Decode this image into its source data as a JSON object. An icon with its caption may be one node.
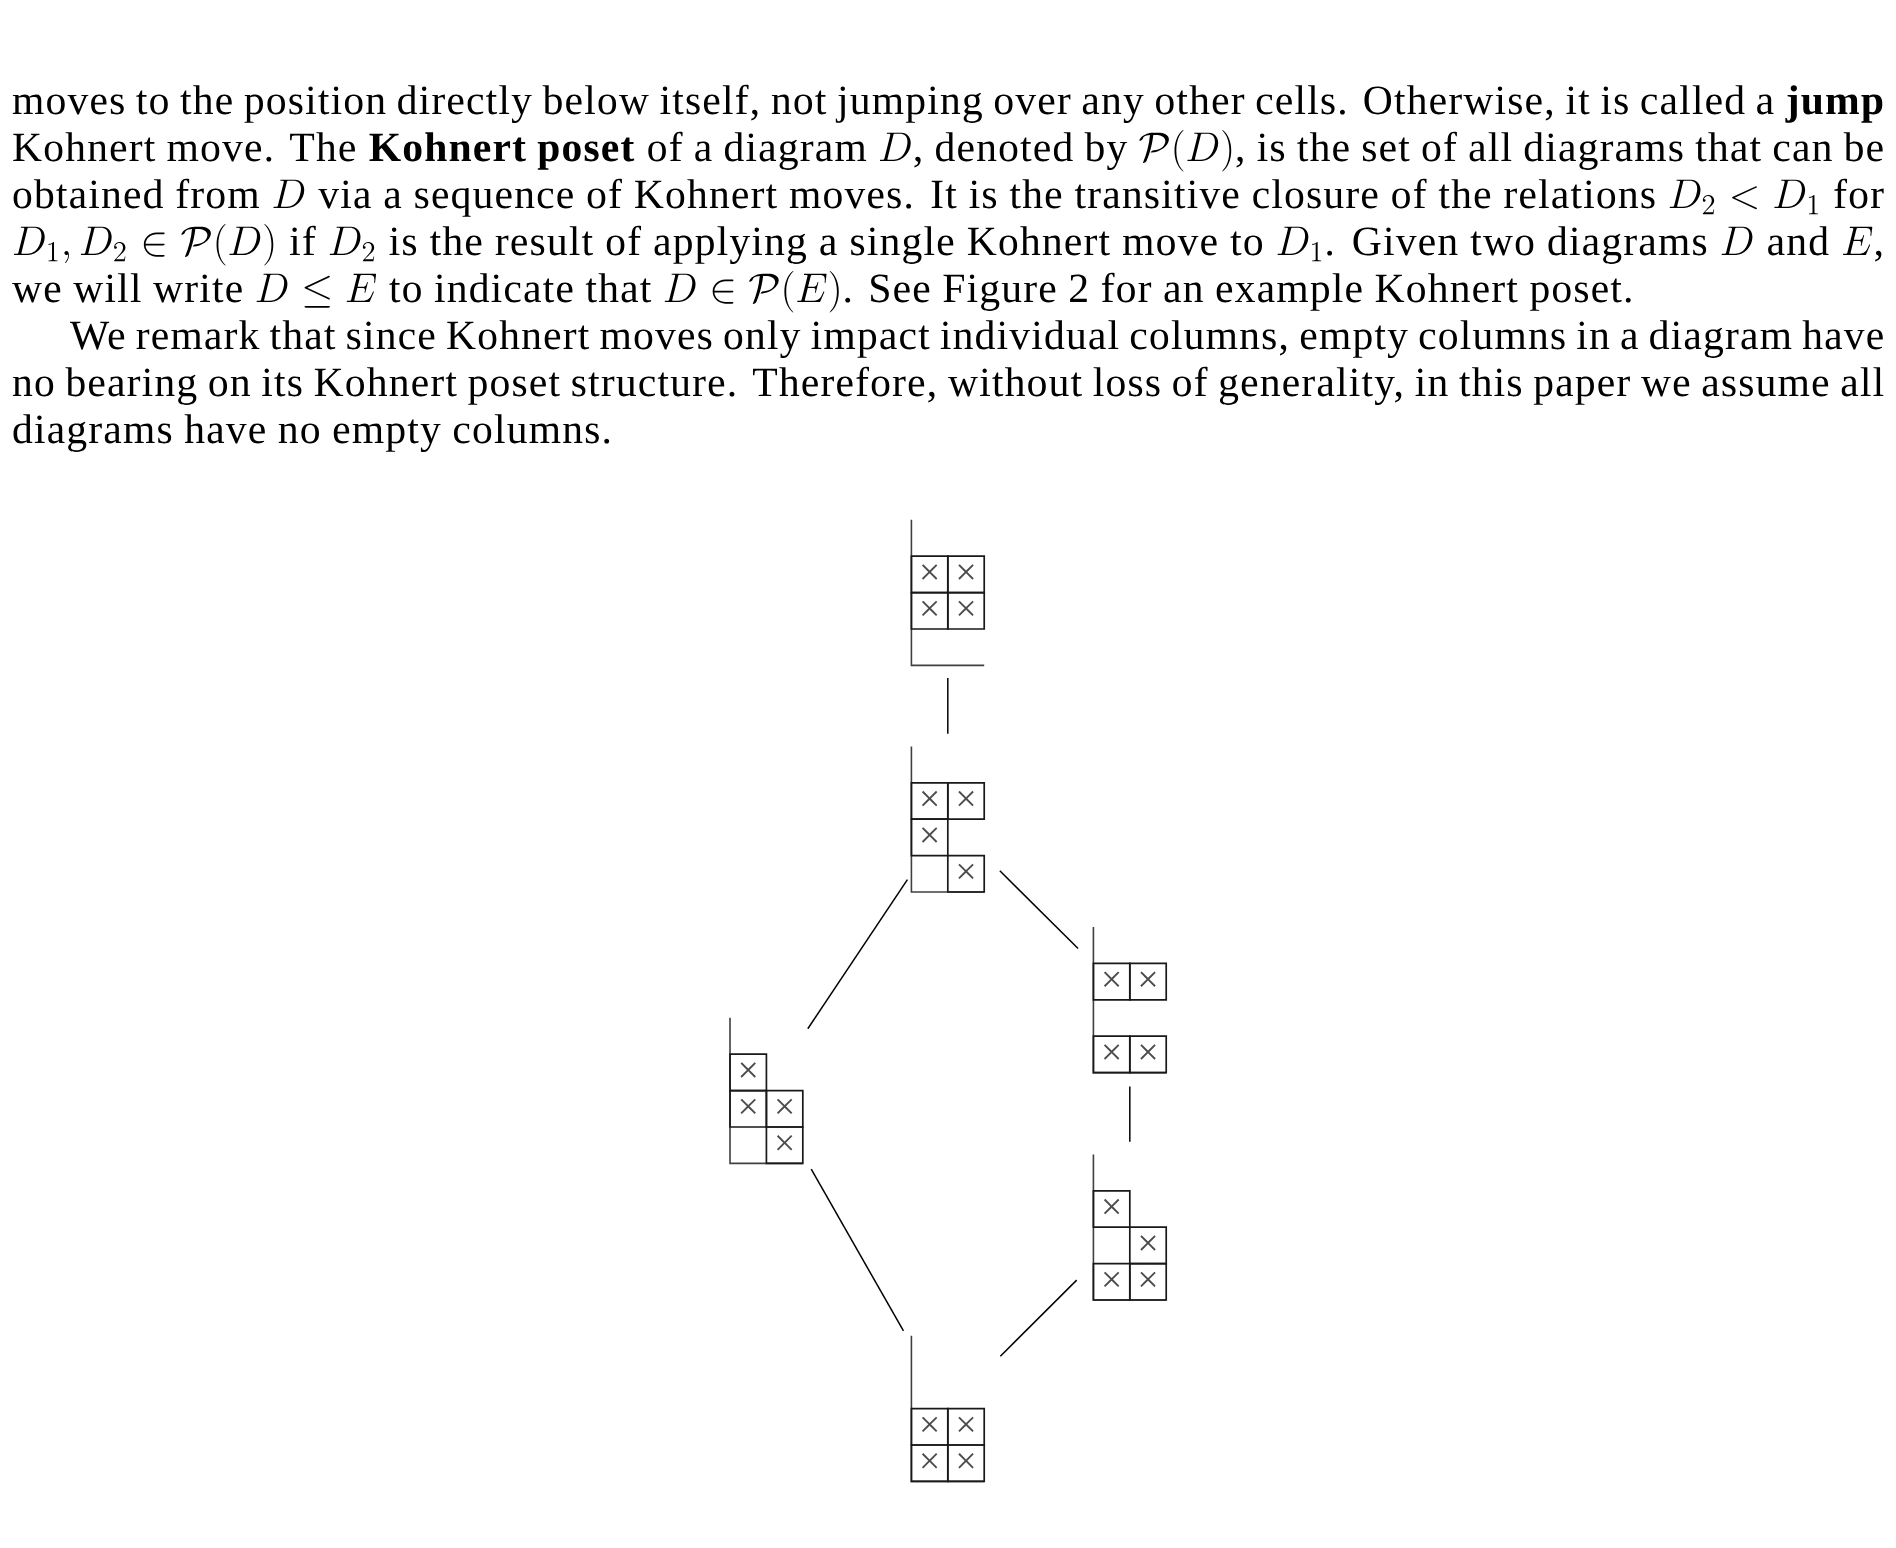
{
  "diagram": {
    "nodes": [
      {
        "text": [],
        "shape": "picture"
      },
      {
        "text": [
          "×"
        ],
        "in": 0
      },
      {
        "text": [
          "×"
        ],
        "in": 0
      },
      {
        "text": [
          "×"
        ],
        "in": 0
      },
      {
        "text": [
          "×"
        ],
        "in": 0
      },
      {
        "text": [],
        "shape": "picture"
      },
      {
        "text": [
          "×"
        ],
        "in": 5
      },
      {
        "text": [
          "×"
        ],
        "in": 5
      },
      {
        "text": [
          "×"
        ],
        "in": 5
      },
      {
        "text": [
          "×"
        ],
        "in": 5
      },
      {
        "text": [],
        "shape": "picture"
      },
      {
        "text": [
          "×"
        ],
        "in": 10
      },
      {
        "text": [
          "×"
        ],
        "in": 10
      },
      {
        "text": [
          "×"
        ],
        "in": 10
      },
      {
        "text": [
          "×"
        ],
        "in": 10
      },
      {
        "text": [],
        "shape": "picture"
      },
      {
        "text": [
          "×"
        ],
        "in": 15
      },
      {
        "text": [
          "×"
        ],
        "in": 15
      },
      {
        "text": [
          "×"
        ],
        "in": 15
      },
      {
        "text": [
          "×"
        ],
        "in": 15
      },
      {
        "text": [],
        "shape": "picture"
      },
      {
        "text": [
          "×"
        ],
        "in": 20
      },
      {
        "text": [
          "×"
        ],
        "in": 20
      },
      {
        "text": [
          "×"
        ],
        "in": 20
      },
      {
        "text": [
          "×"
        ],
        "in": 20
      },
      {
        "text": [],
        "shape": "picture"
      },
      {
        "text": [
          "×"
        ],
        "in": 25
      },
      {
        "text": [
          "×"
        ],
        "in": 25
      },
      {
        "text": [
          "×"
        ],
        "in": 25
      },
      {
        "text": [
          "×"
        ],
        "in": 25
      }
    ],
    "edges": [
      {
        "from": 0,
        "to": 5,
        "arrow": "none"
      },
      {
        "from": 5,
        "to": 15,
        "arrow": "none"
      },
      {
        "from": 5,
        "to": 10,
        "arrow": "none"
      },
      {
        "from": 10,
        "to": 20,
        "arrow": "none"
      },
      {
        "from": 15,
        "to": 25,
        "arrow": "none"
      },
      {
        "from": 20,
        "to": 25,
        "arrow": "none"
      }
    ],
    "labels": [
      "moves to the position directly below itself, not jumping over any other cells. Otherwise, it is called a **jump** Kohnert move. The **Kohnert poset** of a diagram",
      "D",
      ", denoted by",
      "\\mathcal{P}(D)",
      ", is the set of all diagrams that can be obtained from",
      "D",
      "via a sequence of Kohnert moves. It is the transitive closure of the relations",
      "D_2 < D_1",
      "for",
      "D_1, D_2 \\in \\mathcal{P}(D)",
      "if",
      "D_2",
      "is the result of applying a single Kohnert move to",
      "D_1",
      ". Given two diagrams",
      "D",
      "and",
      "E",
      ", we will write",
      "D \\leq E",
      "to indicate that",
      "D \\in \\mathcal{P}(E)",
      ". See Figure 2 for an example Kohnert poset.",
      "We remark that since Kohnert moves only impact individual columns, empty columns in a diagram have no bearing on its Kohnert poset structure. Therefore, without loss of generality, in this paper we assume all diagrams have no empty columns."
    ]
  }
}
